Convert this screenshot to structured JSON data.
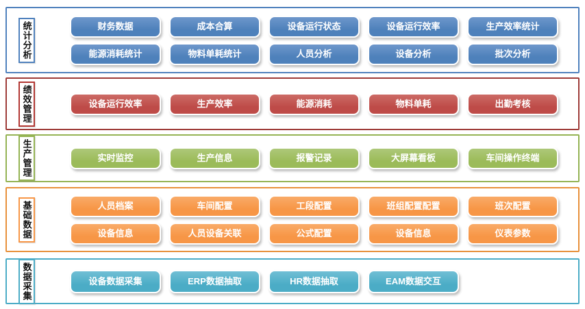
{
  "sections": [
    {
      "id": "statistics-analysis",
      "label": "统计分析",
      "frame_color": "#4F81BD",
      "label_border_color": "#4F81BD",
      "button_color": "#4E81BB",
      "button_color_light": "#6E97CB",
      "rows": [
        [
          "财务数据",
          "成本合算",
          "设备运行状态",
          "设备运行效率",
          "生产效率统计"
        ],
        [
          "能源消耗统计",
          "物料单耗统计",
          "人员分析",
          "设备分析",
          "批次分析"
        ]
      ]
    },
    {
      "id": "performance-management",
      "label": "绩效管理",
      "frame_color": "#9E3B38",
      "label_border_color": "#B23733",
      "button_color": "#BE4B48",
      "button_color_light": "#CC6B66",
      "rows": [
        [
          "设备运行效率",
          "生产效率",
          "能源消耗",
          "物料单耗",
          "出勤考核"
        ]
      ]
    },
    {
      "id": "production-management",
      "label": "生产管理",
      "frame_color": "#94B353",
      "label_border_color": "#94B353",
      "button_color": "#9BBB59",
      "button_color_light": "#AEC879",
      "rows": [
        [
          "实时监控",
          "生产信息",
          "报警记录",
          "大屏幕看板",
          "车间操作终端"
        ]
      ]
    },
    {
      "id": "basic-data",
      "label": "基础数据",
      "frame_color": "#E8903A",
      "label_border_color": "#F79646",
      "button_color": "#F79646",
      "button_color_light": "#F9AB68",
      "rows": [
        [
          "人员档案",
          "车间配置",
          "工段配置",
          "班组配置配置",
          "班次配置"
        ],
        [
          "设备信息",
          "人员设备关联",
          "公式配置",
          "设备信息",
          "仪表参数"
        ]
      ]
    },
    {
      "id": "data-collection",
      "label": "数据采集",
      "frame_color": "#4BACC6",
      "label_border_color": "#4BACC6",
      "button_color": "#4BACC6",
      "button_color_light": "#70BFD5",
      "rows": [
        [
          "设备数据采集",
          "ERP数据抽取",
          "HR数据抽取",
          "EAM数据交互"
        ]
      ]
    }
  ]
}
